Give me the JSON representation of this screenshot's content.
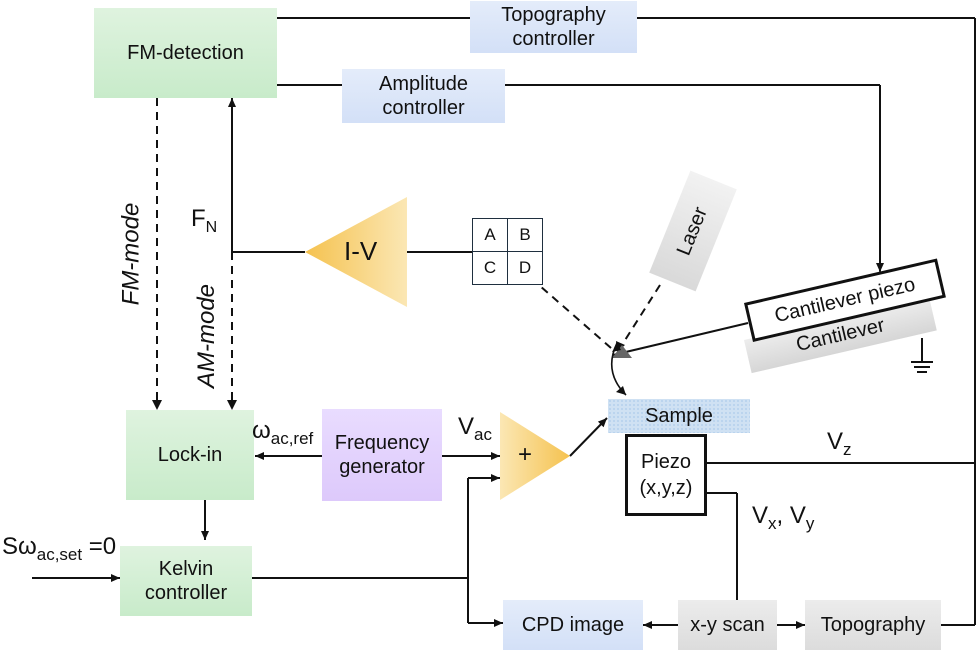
{
  "boxes": {
    "fm_detection": "FM-detection",
    "topography_controller": "Topography controller",
    "amplitude_controller": "Amplitude controller",
    "lock_in": "Lock-in",
    "frequency_generator": "Frequency generator",
    "kelvin_controller": "Kelvin controller",
    "sample": "Sample",
    "piezo": "Piezo (x,y,z)",
    "cpd_image": "CPD image",
    "xy_scan": "x-y scan",
    "topography": "Topography",
    "laser": "Laser",
    "cantilever_piezo": "Cantilever piezo",
    "cantilever": "Cantilever"
  },
  "amplifier": {
    "iv": "I-V",
    "adder": "+"
  },
  "photodiode": {
    "quadrants": [
      "A",
      "B",
      "C",
      "D"
    ]
  },
  "modes": {
    "fm": "FM-mode",
    "am": "AM-mode"
  },
  "signals": {
    "fn_main": "F",
    "fn_sub": "N",
    "omega_main": "ω",
    "omega_sub": "ac,ref",
    "vac_main": "V",
    "vac_sub": "ac",
    "vz_main": "V",
    "vz_sub": "z",
    "vxy_a": "V",
    "vxy_a_sub": "x",
    "vxy_sep": ", ",
    "vxy_b": "V",
    "vxy_b_sub": "y",
    "set_main_a": "Sω",
    "set_sub": "ac,set",
    "set_tail": " =0"
  },
  "colors": {
    "green": "#c8ebca",
    "blue": "#d3e0f7",
    "purple": "#ddc9fb",
    "gray": "#dcdcdc",
    "amplifier": "#f7c957",
    "sample": "#cfe1f3",
    "wire": "#111111"
  }
}
